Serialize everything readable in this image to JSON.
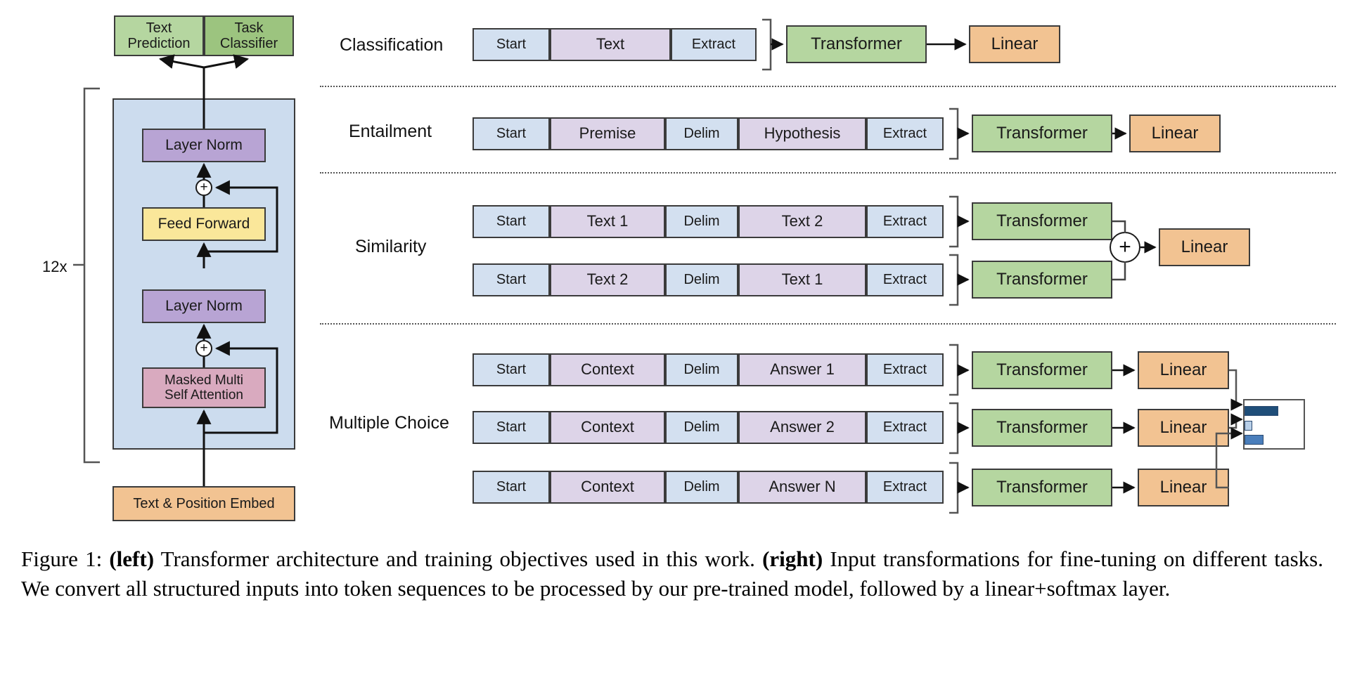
{
  "figure": {
    "caption_prefix": "Figure 1:",
    "caption_bold_left": "(left)",
    "caption_part1": " Transformer architecture and training objectives used in this work. ",
    "caption_bold_right": "(right)",
    "caption_part2": " Input transformations for fine-tuning on different tasks. We convert all structured inputs into token sequences to be processed by our pre-trained model, followed by a linear+softmax layer."
  },
  "colors": {
    "green_light": "#b5d6a0",
    "green_dark": "#9cc47f",
    "block_bg_blue": "#ccdcee",
    "purple": "#b8a4d4",
    "yellow": "#fae79a",
    "pink": "#d9aabf",
    "orange": "#f2c392",
    "token_blue": "#d3e0f0",
    "token_purple": "#ddd4e8",
    "outline": "#3b3b3b",
    "bar_dark": "#1f4e79",
    "bar_mid": "#4a7ebb",
    "bar_light": "#b8cfe8"
  },
  "architecture": {
    "heads": [
      {
        "label": "Text\nPrediction",
        "tone": "green_light"
      },
      {
        "label": "Task\nClassifier",
        "tone": "green_dark"
      }
    ],
    "repeat_label": "12x",
    "blocks": [
      {
        "label": "Layer Norm",
        "tone": "purple"
      },
      {
        "label": "Feed Forward",
        "tone": "yellow"
      },
      {
        "label": "Layer Norm",
        "tone": "purple"
      },
      {
        "label": "Masked Multi\nSelf Attention",
        "tone": "pink"
      }
    ],
    "embedding": {
      "label": "Text & Position Embed",
      "tone": "orange"
    },
    "residual_symbol": "+"
  },
  "tasks": [
    {
      "name": "Classification",
      "sequences": [
        {
          "tokens": [
            {
              "text": "Start",
              "tone": "token_blue",
              "w": 92
            },
            {
              "text": "Text",
              "tone": "token_purple",
              "w": 172
            },
            {
              "text": "Extract",
              "tone": "token_blue",
              "w": 100
            }
          ]
        }
      ],
      "transformer_label": "Transformer",
      "linear_label": "Linear",
      "combiner": null
    },
    {
      "name": "Entailment",
      "sequences": [
        {
          "tokens": [
            {
              "text": "Start",
              "tone": "token_blue",
              "w": 92
            },
            {
              "text": "Premise",
              "tone": "token_purple",
              "w": 140
            },
            {
              "text": "Delim",
              "tone": "token_blue",
              "w": 88
            },
            {
              "text": "Hypothesis",
              "tone": "token_purple",
              "w": 155
            },
            {
              "text": "Extract",
              "tone": "token_blue",
              "w": 92
            }
          ]
        }
      ],
      "transformer_label": "Transformer",
      "linear_label": "Linear",
      "combiner": null
    },
    {
      "name": "Similarity",
      "sequences": [
        {
          "tokens": [
            {
              "text": "Start",
              "tone": "token_blue",
              "w": 92
            },
            {
              "text": "Text 1",
              "tone": "token_purple",
              "w": 140
            },
            {
              "text": "Delim",
              "tone": "token_blue",
              "w": 88
            },
            {
              "text": "Text 2",
              "tone": "token_purple",
              "w": 155
            },
            {
              "text": "Extract",
              "tone": "token_blue",
              "w": 92
            }
          ]
        },
        {
          "tokens": [
            {
              "text": "Start",
              "tone": "token_blue",
              "w": 92
            },
            {
              "text": "Text 2",
              "tone": "token_purple",
              "w": 140
            },
            {
              "text": "Delim",
              "tone": "token_blue",
              "w": 88
            },
            {
              "text": "Text 1",
              "tone": "token_purple",
              "w": 155
            },
            {
              "text": "Extract",
              "tone": "token_blue",
              "w": 92
            }
          ]
        }
      ],
      "transformer_label": "Transformer",
      "linear_label": "Linear",
      "combiner": "+"
    },
    {
      "name": "Multiple Choice",
      "sequences": [
        {
          "tokens": [
            {
              "text": "Start",
              "tone": "token_blue",
              "w": 92
            },
            {
              "text": "Context",
              "tone": "token_purple",
              "w": 140
            },
            {
              "text": "Delim",
              "tone": "token_blue",
              "w": 88
            },
            {
              "text": "Answer 1",
              "tone": "token_purple",
              "w": 155
            },
            {
              "text": "Extract",
              "tone": "token_blue",
              "w": 92
            }
          ]
        },
        {
          "tokens": [
            {
              "text": "Start",
              "tone": "token_blue",
              "w": 92
            },
            {
              "text": "Context",
              "tone": "token_purple",
              "w": 140
            },
            {
              "text": "Delim",
              "tone": "token_blue",
              "w": 88
            },
            {
              "text": "Answer 2",
              "tone": "token_purple",
              "w": 155
            },
            {
              "text": "Extract",
              "tone": "token_blue",
              "w": 92
            }
          ]
        },
        {
          "tokens": [
            {
              "text": "Start",
              "tone": "token_blue",
              "w": 92
            },
            {
              "text": "Context",
              "tone": "token_purple",
              "w": 140
            },
            {
              "text": "Delim",
              "tone": "token_blue",
              "w": 88
            },
            {
              "text": "Answer N",
              "tone": "token_purple",
              "w": 155
            },
            {
              "text": "Extract",
              "tone": "token_blue",
              "w": 92
            }
          ]
        }
      ],
      "transformer_label": "Transformer",
      "linear_label": "Linear",
      "combiner": "softmax-bars"
    }
  ],
  "chart_data": {
    "type": "bar",
    "title": "",
    "orientation": "horizontal",
    "categories": [
      "Answer 1",
      "Answer 2",
      "Answer N"
    ],
    "values": [
      1.0,
      0.18,
      0.52
    ],
    "colors": [
      "#1f4e79",
      "#b8cfe8",
      "#4a7ebb"
    ],
    "xlabel": "",
    "ylabel": "",
    "grid": false,
    "legend": false,
    "note": "softmax output probabilities over the N answer choices"
  }
}
